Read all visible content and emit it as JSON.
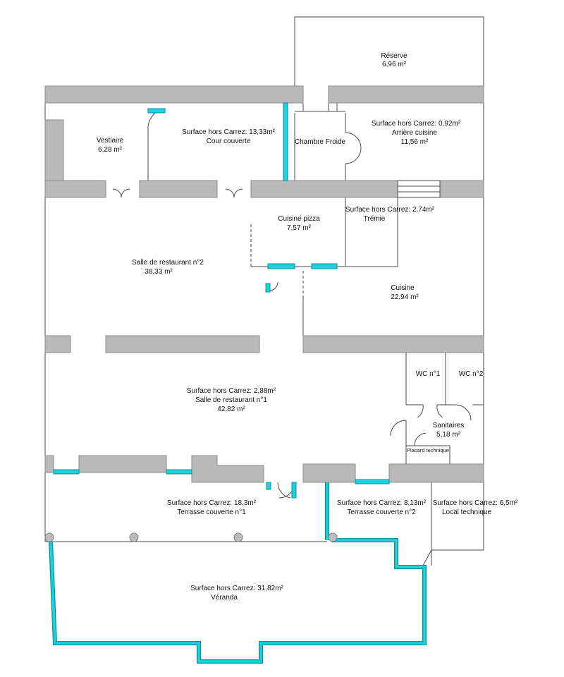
{
  "rooms": {
    "reserve": {
      "name": "Réserve",
      "area": "6,96  m²"
    },
    "vestiaire": {
      "name": "Vestiaire",
      "area": "6,28  m²"
    },
    "cour": {
      "extra": "Surface hors Carrez: 13,33m²",
      "name": "Cour couverte"
    },
    "chambre_froide": {
      "name": "Chambre Froide"
    },
    "arriere_cuisine": {
      "extra": "Surface hors Carrez: 0,92m²",
      "name": "Arrière cuisine",
      "area": "11,56  m²"
    },
    "cuisine_pizza": {
      "name": "Cuisine pizza",
      "area": "7,57  m²"
    },
    "tremie": {
      "extra": "Surface hors Carrez: 2,74m²",
      "name": "Trémie"
    },
    "salle2": {
      "name": "Salle de restaurant n°2",
      "area": "38,33  m²"
    },
    "cuisine": {
      "name": "Cuisine",
      "area": "22,94  m²"
    },
    "wc1": {
      "name": "WC n°1"
    },
    "wc2": {
      "name": "WC n°2"
    },
    "salle1": {
      "extra": "Surface hors Carrez: 2,88m²",
      "name": "Salle de restaurant n°1",
      "area": "42,82  m²"
    },
    "sanitaires": {
      "name": "Sanitaires",
      "area": "5,18  m²"
    },
    "placard": {
      "name": "Placard technique"
    },
    "terrasse1": {
      "extra": "Surface hors Carrez: 18,3m²",
      "name": "Terrasse couverte n°1"
    },
    "terrasse2": {
      "extra": "Surface hors Carrez: 8,13m²",
      "name": "Terrasse couverte n°2"
    },
    "local": {
      "extra": "Surface hors Carrez: 6,5m²",
      "name": "Local technique"
    },
    "veranda": {
      "extra": "Surface hors Carrez: 31,82m²",
      "name": "Véranda"
    }
  },
  "colors": {
    "wall": "#b9b9b9",
    "glass": "#19d4e0",
    "line": "#4a4a4a"
  }
}
